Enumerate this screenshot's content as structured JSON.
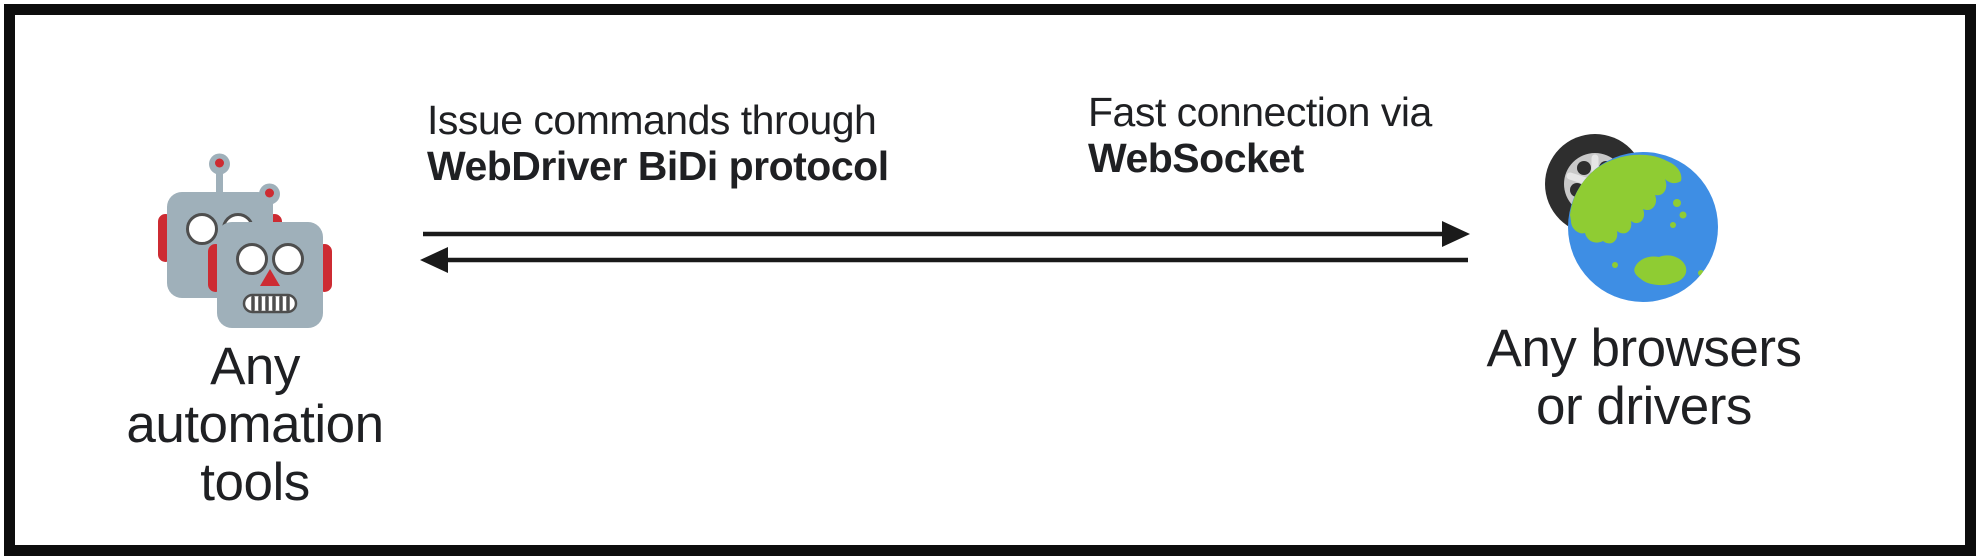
{
  "diagram": {
    "left_node": {
      "icon": "two overlapping robot heads",
      "label_lines": [
        "Any",
        "automation",
        "tools"
      ]
    },
    "right_node": {
      "icon": "globe with tire wheel",
      "label_lines": [
        "Any browsers",
        "or drivers"
      ]
    },
    "annotations": {
      "bidi": {
        "line1": "Issue commands through",
        "line2": "WebDriver BiDi protocol"
      },
      "websocket": {
        "line1": "Fast connection via",
        "line2": "WebSocket"
      }
    },
    "arrows": {
      "direction": "bidirectional",
      "top": "left-to-right",
      "bottom": "right-to-left"
    }
  },
  "colors": {
    "robot_body": "#9fb0ba",
    "robot_accent": "#cd2b32",
    "robot_detail": "#4e4e4e",
    "tire_dark": "#2e2e2e",
    "tire_rim": "#c9c9c9",
    "tire_hub": "#9a9a9a",
    "globe_ocean": "#3e8ee4",
    "globe_land": "#8fcc33",
    "arrow": "#1a1a1a",
    "text": "#1f2023",
    "border": "#0d0d0d",
    "background": "#ffffff"
  }
}
